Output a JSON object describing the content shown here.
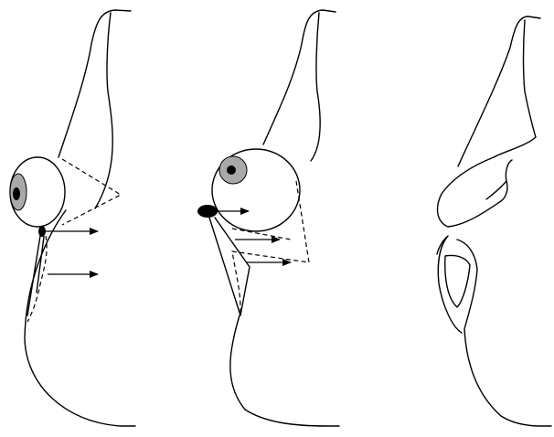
{
  "figure": {
    "panels": [
      {
        "id": "panel-1",
        "elements": [
          "eye",
          "iris",
          "pupil",
          "optic-nerve-dot",
          "dashed-cone",
          "arrow",
          "arrow",
          "dashed-stalk"
        ]
      },
      {
        "id": "panel-2",
        "elements": [
          "eye",
          "iris",
          "pupil",
          "optic-nerve-oval",
          "dashed-lines",
          "arrow",
          "arrow",
          "arrow"
        ]
      },
      {
        "id": "panel-3",
        "elements": [
          "outline-only"
        ]
      }
    ],
    "colors": {
      "stroke": "#000000",
      "iris": "#a9a9a9",
      "pupil": "#000000",
      "background": "#ffffff"
    }
  }
}
